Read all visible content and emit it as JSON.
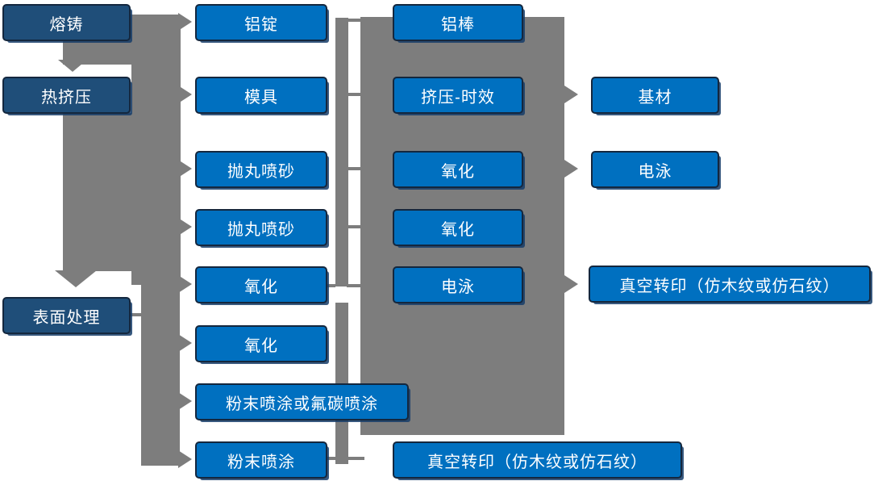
{
  "diagram_type": "process-flowchart",
  "colors": {
    "node_blue": "#0070C0",
    "node_dark_blue": "#1F4E79",
    "connector_gray": "#7D7D7D",
    "node_border_navy": "#14273E",
    "text": "#FFFFFF",
    "background": "#FFFFFF"
  },
  "nodes": {
    "melt_cast": {
      "label": "熔铸"
    },
    "hot_extrusion": {
      "label": "热挤压"
    },
    "surface_treatment": {
      "label": "表面处理"
    },
    "aluminum_ingot": {
      "label": "铝锭"
    },
    "mold": {
      "label": "模具"
    },
    "shot_blasting_1": {
      "label": "抛丸喷砂"
    },
    "shot_blasting_2": {
      "label": "抛丸喷砂"
    },
    "oxidation_1": {
      "label": "氧化"
    },
    "oxidation_2": {
      "label": "氧化"
    },
    "powder_or_fluorocarbon": {
      "label": "粉末喷涂或氟碳喷涂"
    },
    "powder_coating": {
      "label": "粉末喷涂"
    },
    "aluminum_rod": {
      "label": "铝棒"
    },
    "extrusion_aging": {
      "label": "挤压-时效"
    },
    "oxidation_3": {
      "label": "氧化"
    },
    "oxidation_4": {
      "label": "氧化"
    },
    "electrophoresis_1": {
      "label": "电泳"
    },
    "vacuum_transfer_1": {
      "label": "真空转印（仿木纹或仿石纹）"
    },
    "base_material": {
      "label": "基材"
    },
    "electrophoresis_2": {
      "label": "电泳"
    },
    "vacuum_transfer_2": {
      "label": "真空转印（仿木纹或仿石纹）"
    }
  }
}
